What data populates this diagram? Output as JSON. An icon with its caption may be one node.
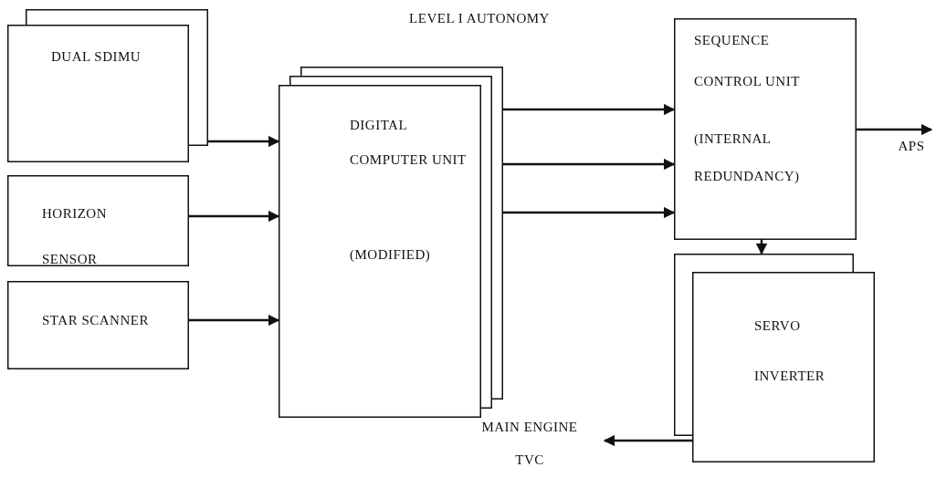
{
  "diagram": {
    "title": "LEVEL I AUTONOMY",
    "nodes": [
      {
        "text": [
          "DUAL SDIMU"
        ]
      },
      {
        "text": [
          "HORIZON SENSOR"
        ]
      },
      {
        "text": [
          "STAR SCANNER"
        ]
      },
      {
        "text": [
          "DIGITAL COMPUTER UNIT",
          "(MODIFIED)"
        ]
      },
      {
        "text": [
          "SEQUENCE CONTROL UNIT",
          "(INTERNAL REDUNDANCY)"
        ]
      },
      {
        "text": [
          "SERVO INVERTER"
        ]
      }
    ],
    "edges": [
      {
        "from": 0,
        "to": 3,
        "arrow": "to"
      },
      {
        "from": 1,
        "to": 3,
        "arrow": "to"
      },
      {
        "from": 2,
        "to": 3,
        "arrow": "to"
      },
      {
        "from": 3,
        "to": 4,
        "arrow": "to"
      },
      {
        "from": 3,
        "to": 4,
        "arrow": "to"
      },
      {
        "from": 3,
        "to": 4,
        "arrow": "to"
      },
      {
        "from": 4,
        "to": 5,
        "arrow": "to"
      },
      {
        "from": 4,
        "to": null,
        "arrow": "to",
        "label": "APS"
      },
      {
        "from": 5,
        "to": null,
        "arrow": "to",
        "label": "MAIN ENGINE TVC"
      }
    ]
  }
}
